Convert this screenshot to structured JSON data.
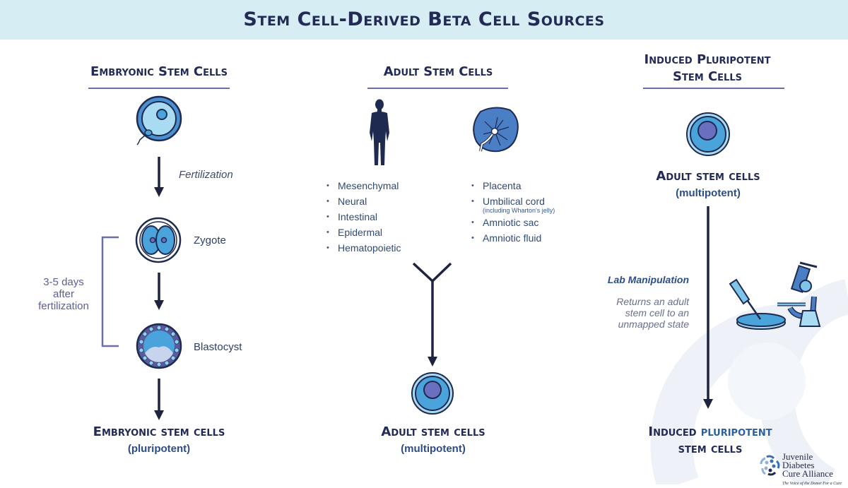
{
  "title": "Stem Cell-Derived Beta Cell Sources",
  "colors": {
    "banner_bg": "#d5edf3",
    "navy": "#222a55",
    "cell_blue": "#4ba3dc",
    "cell_dark": "#6a6fc0",
    "rule": "#6b6fa8",
    "bracket": "#6b6fa8"
  },
  "embryonic": {
    "heading": "Embryonic Stem Cells",
    "step_fertilization": "Fertilization",
    "zygote": "Zygote",
    "blastocyst": "Blastocyst",
    "timeframe": [
      "3-5 days",
      "after",
      "fertilization"
    ],
    "result": "Embryonic stem cells",
    "result_sub": "(pluripotent)"
  },
  "adult": {
    "heading": "Adult Stem Cells",
    "body_sources": [
      "Mesenchymal",
      "Neural",
      "Intestinal",
      "Epidermal",
      "Hematopoietic"
    ],
    "birth_sources": [
      {
        "label": "Placenta",
        "note": ""
      },
      {
        "label": "Umbilical cord",
        "note": "(including Wharton's jelly)"
      },
      {
        "label": "Amniotic sac",
        "note": ""
      },
      {
        "label": "Amniotic fluid",
        "note": ""
      }
    ],
    "result": "Adult stem cells",
    "result_sub": "(multipotent)"
  },
  "induced": {
    "heading_line1": "Induced Pluripotent",
    "heading_line2": "Stem Cells",
    "start": "Adult stem cells",
    "start_sub": "(multipotent)",
    "process_title": "Lab Manipulation",
    "process_desc": [
      "Returns an adult",
      "stem cell to an",
      "unmapped state"
    ],
    "result_word1": "Induced",
    "result_word2": "pluripotent",
    "result_line2": "stem cells"
  },
  "logo": {
    "line1": "Juvenile Diabetes",
    "line2": "Cure Alliance",
    "tagline": "The Voice of the Donor For a Cure"
  }
}
